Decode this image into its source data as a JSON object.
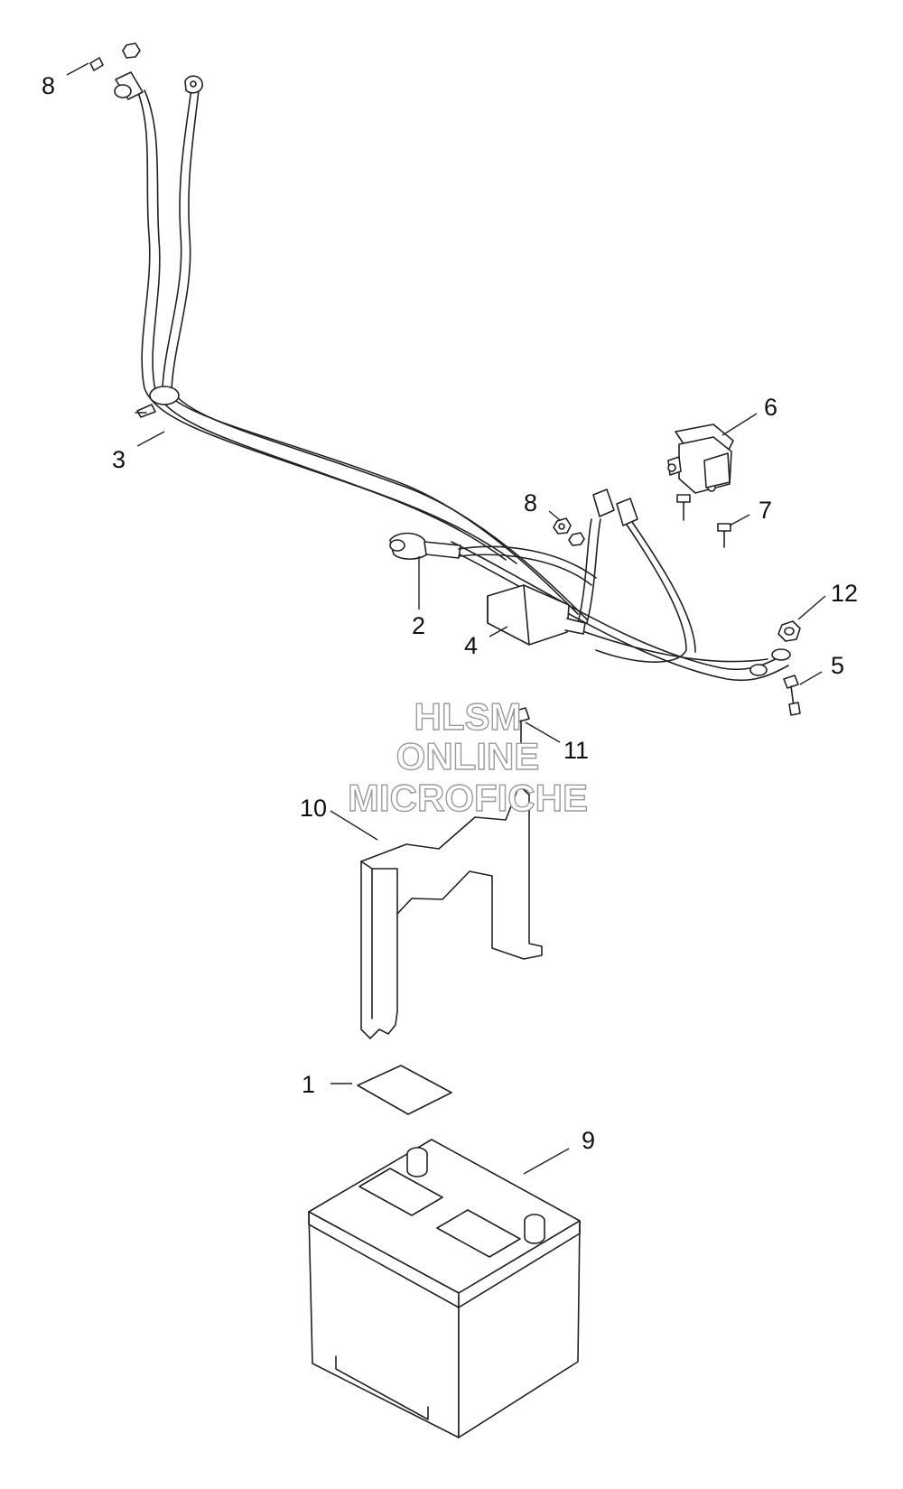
{
  "callouts": [
    {
      "id": "c8a",
      "label": "8"
    },
    {
      "id": "c3",
      "label": "3"
    },
    {
      "id": "c6",
      "label": "6"
    },
    {
      "id": "c8b",
      "label": "8"
    },
    {
      "id": "c7",
      "label": "7"
    },
    {
      "id": "c2",
      "label": "2"
    },
    {
      "id": "c12",
      "label": "12"
    },
    {
      "id": "c4",
      "label": "4"
    },
    {
      "id": "c5",
      "label": "5"
    },
    {
      "id": "c11",
      "label": "11"
    },
    {
      "id": "c10",
      "label": "10"
    },
    {
      "id": "c1",
      "label": "1"
    },
    {
      "id": "c9",
      "label": "9"
    }
  ],
  "watermark": {
    "line1": "HLSM",
    "line2": "ONLINE",
    "line3": "MICROFICHE"
  },
  "colors": {
    "line": "#222222",
    "background": "#ffffff",
    "watermark_outline": "#9a9a9a"
  }
}
